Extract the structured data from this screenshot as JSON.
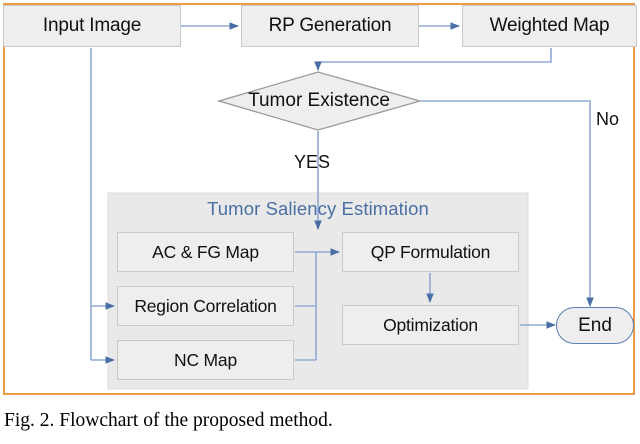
{
  "figure": {
    "caption": "Fig. 2. Flowchart of the proposed method.",
    "frame_color": "#ed9b46",
    "node_fill": "#eeeeee",
    "node_stroke": "#c9c9c9",
    "connector_color": "#8faad4",
    "panel_title_color": "#4a6fa5"
  },
  "chart_data": {
    "type": "diagram",
    "title": "Flowchart of the proposed method",
    "nodes": [
      {
        "id": "input_image",
        "label": "Input Image",
        "shape": "rect"
      },
      {
        "id": "rp_generation",
        "label": "RP Generation",
        "shape": "rect"
      },
      {
        "id": "weighted_map",
        "label": "Weighted Map",
        "shape": "rect"
      },
      {
        "id": "tumor_existence",
        "label": "Tumor Existence",
        "shape": "diamond"
      },
      {
        "id": "ac_fg_map",
        "label": "AC & FG Map",
        "shape": "rect"
      },
      {
        "id": "region_correlation",
        "label": "Region Correlation",
        "shape": "rect"
      },
      {
        "id": "nc_map",
        "label": "NC Map",
        "shape": "rect"
      },
      {
        "id": "qp_formulation",
        "label": "QP Formulation",
        "shape": "rect"
      },
      {
        "id": "optimization",
        "label": "Optimization",
        "shape": "rect"
      },
      {
        "id": "end",
        "label": "End",
        "shape": "terminator"
      }
    ],
    "groups": [
      {
        "id": "tumor_saliency_estimation",
        "label": "Tumor Saliency Estimation",
        "members": [
          "ac_fg_map",
          "region_correlation",
          "nc_map",
          "qp_formulation",
          "optimization"
        ]
      }
    ],
    "edges": [
      {
        "from": "input_image",
        "to": "rp_generation",
        "label": ""
      },
      {
        "from": "rp_generation",
        "to": "weighted_map",
        "label": ""
      },
      {
        "from": "weighted_map",
        "to": "tumor_existence",
        "label": ""
      },
      {
        "from": "input_image",
        "to": "region_correlation",
        "label": ""
      },
      {
        "from": "input_image",
        "to": "nc_map",
        "label": ""
      },
      {
        "from": "tumor_existence",
        "to": "ac_fg_map",
        "label": "YES"
      },
      {
        "from": "tumor_existence",
        "to": "end",
        "label": "No"
      },
      {
        "from": "ac_fg_map",
        "to": "qp_formulation",
        "label": ""
      },
      {
        "from": "region_correlation",
        "to": "qp_formulation",
        "label": ""
      },
      {
        "from": "nc_map",
        "to": "qp_formulation",
        "label": ""
      },
      {
        "from": "qp_formulation",
        "to": "optimization",
        "label": ""
      },
      {
        "from": "optimization",
        "to": "end",
        "label": ""
      }
    ]
  },
  "nodes": {
    "input_image": "Input Image",
    "rp_generation": "RP Generation",
    "weighted_map": "Weighted Map",
    "tumor_existence": "Tumor Existence",
    "ac_fg_map": "AC & FG Map",
    "region_correlation": "Region Correlation",
    "nc_map": "NC Map",
    "qp_formulation": "QP Formulation",
    "optimization": "Optimization",
    "end": "End"
  },
  "panel": {
    "title": "Tumor Saliency Estimation"
  },
  "labels": {
    "yes": "YES",
    "no": "No"
  }
}
